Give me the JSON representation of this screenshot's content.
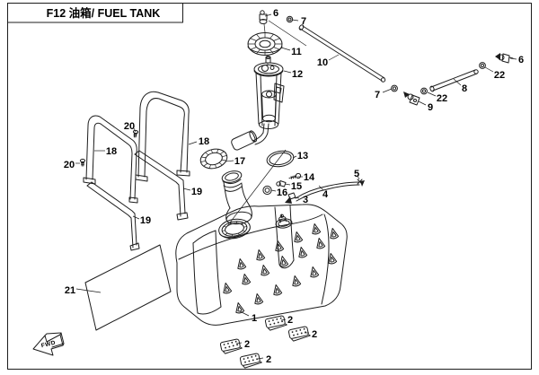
{
  "title": "F12 油箱/ FUEL TANK",
  "fwd_label": "FWD",
  "colors": {
    "line": "#1c1c1c",
    "background": "#ffffff",
    "label_text": "#000000"
  },
  "callouts": [
    {
      "label": "6"
    },
    {
      "label": "7"
    },
    {
      "label": "11"
    },
    {
      "label": "10"
    },
    {
      "label": "12"
    },
    {
      "label": "7"
    },
    {
      "label": "22"
    },
    {
      "label": "9"
    },
    {
      "label": "8"
    },
    {
      "label": "22"
    },
    {
      "label": "6"
    },
    {
      "label": "13"
    },
    {
      "label": "17"
    },
    {
      "label": "14"
    },
    {
      "label": "15"
    },
    {
      "label": "16"
    },
    {
      "label": "3"
    },
    {
      "label": "5"
    },
    {
      "label": "4"
    },
    {
      "label": "20"
    },
    {
      "label": "18"
    },
    {
      "label": "20"
    },
    {
      "label": "18"
    },
    {
      "label": "19"
    },
    {
      "label": "19"
    },
    {
      "label": "21"
    },
    {
      "label": "1"
    },
    {
      "label": "2"
    },
    {
      "label": "2"
    },
    {
      "label": "2"
    },
    {
      "label": "2"
    }
  ]
}
